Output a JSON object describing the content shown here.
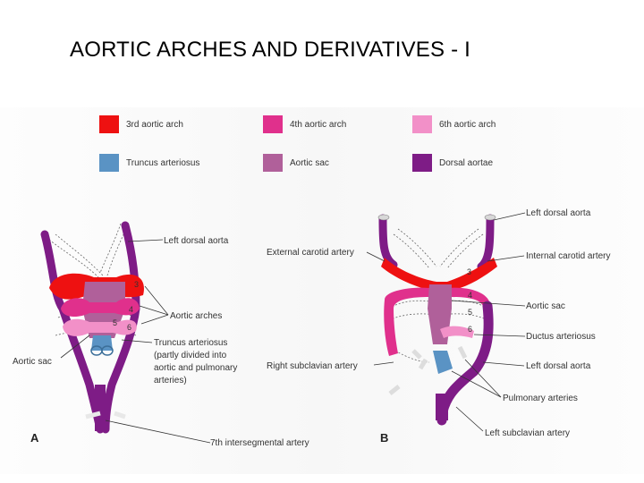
{
  "title": "AORTIC ARCHES AND DERIVATIVES - I",
  "legend": [
    {
      "label": "3rd aortic arch",
      "color": "#ee1111"
    },
    {
      "label": "4th aortic arch",
      "color": "#e0308c"
    },
    {
      "label": "6th aortic arch",
      "color": "#f290c8"
    },
    {
      "label": "Truncus arteriosus",
      "color": "#5a93c4"
    },
    {
      "label": "Aortic sac",
      "color": "#b0609a"
    },
    {
      "label": "Dorsal aortae",
      "color": "#7e1c86"
    }
  ],
  "figure_a": {
    "panel_letter": "A",
    "labels": {
      "left_dorsal_aorta": "Left dorsal aorta",
      "aortic_arches": "Aortic arches",
      "truncus": "Truncus arteriosus",
      "truncus_note_1": "(partly divided into",
      "truncus_note_2": "aortic and pulmonary",
      "truncus_note_3": "arteries)",
      "aortic_sac": "Aortic sac",
      "intersegmental": "7th intersegmental artery"
    },
    "arch_numbers": [
      "3",
      "4",
      "5",
      "6"
    ]
  },
  "figure_b": {
    "panel_letter": "B",
    "labels": {
      "left_dorsal_aorta_top": "Left dorsal aorta",
      "external_carotid": "External carotid artery",
      "internal_carotid": "Internal carotid artery",
      "aortic_sac": "Aortic sac",
      "ductus": "Ductus arteriosus",
      "right_subclavian": "Right subclavian artery",
      "left_dorsal_aorta_bottom": "Left dorsal aorta",
      "pulmonary": "Pulmonary arteries",
      "left_subclavian": "Left subclavian artery"
    },
    "arch_numbers": [
      "3",
      "4",
      "5",
      "6"
    ]
  }
}
